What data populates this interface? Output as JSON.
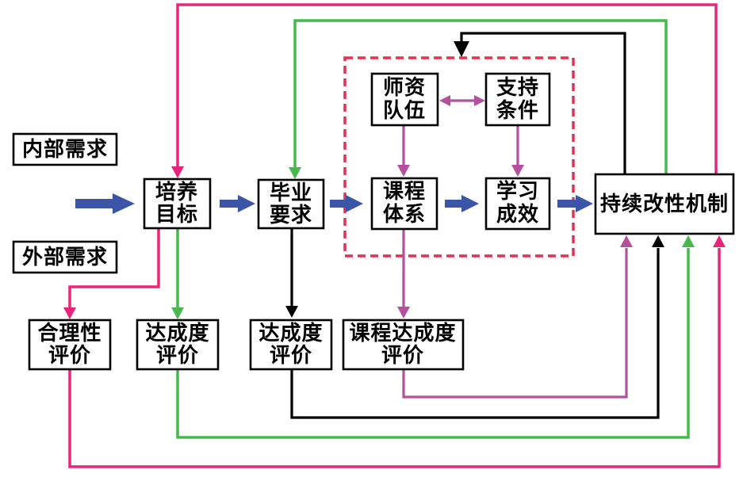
{
  "colors": {
    "blue": "#3B55A8",
    "pink": "#E8247C",
    "green": "#46B84C",
    "purple": "#B3519F",
    "red": "#E6304E",
    "black": "#000000"
  },
  "nodes": {
    "internal_needs": {
      "label": "内部需求"
    },
    "external_needs": {
      "label": "外部需求"
    },
    "training_objectives": {
      "line1": "培养",
      "line2": "目标"
    },
    "graduation_requirements": {
      "line1": "毕业",
      "line2": "要求"
    },
    "faculty_team": {
      "line1": "师资",
      "line2": "队伍"
    },
    "support_conditions": {
      "line1": "支持",
      "line2": "条件"
    },
    "curriculum_system": {
      "line1": "课程",
      "line2": "体系"
    },
    "learning_outcomes": {
      "line1": "学习",
      "line2": "成效"
    },
    "continuous_improvement_mechanism": {
      "label": "持续改性机制"
    },
    "rationality_evaluation": {
      "line1": "合理性",
      "line2": "评价"
    },
    "achievement_evaluation_objectives": {
      "line1": "达成度",
      "line2": "评价"
    },
    "achievement_evaluation_graduation": {
      "line1": "达成度",
      "line2": "评价"
    },
    "course_achievement_evaluation": {
      "line1": "课程达成度",
      "line2": "评价"
    }
  }
}
